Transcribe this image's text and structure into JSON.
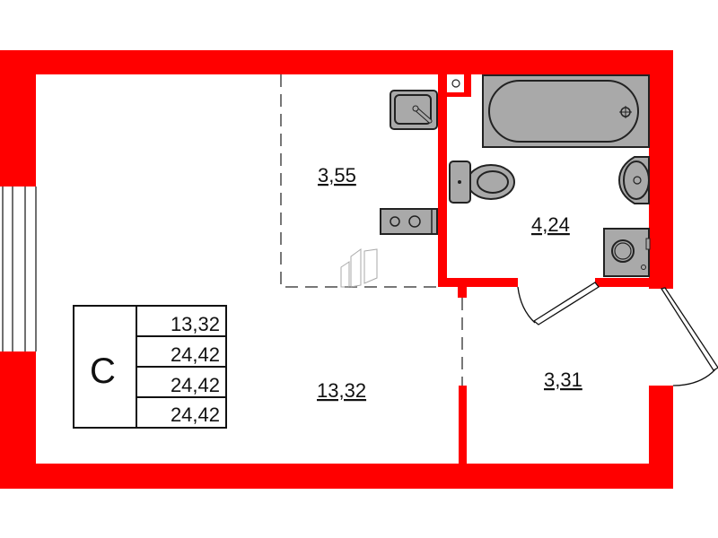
{
  "plan": {
    "type": "studio floor plan",
    "rooms": [
      {
        "name": "kitchen-area",
        "area": "3,55"
      },
      {
        "name": "bathroom",
        "area": "4,24"
      },
      {
        "name": "living-room",
        "area": "13,32"
      },
      {
        "name": "hallway",
        "area": "3,31"
      }
    ],
    "summary": {
      "apartment_type": "С",
      "values": [
        "13,32",
        "24,42",
        "24,42",
        "24,42"
      ]
    },
    "colors": {
      "wall": "#ff0000",
      "fixture": "#a9a9a9"
    }
  }
}
